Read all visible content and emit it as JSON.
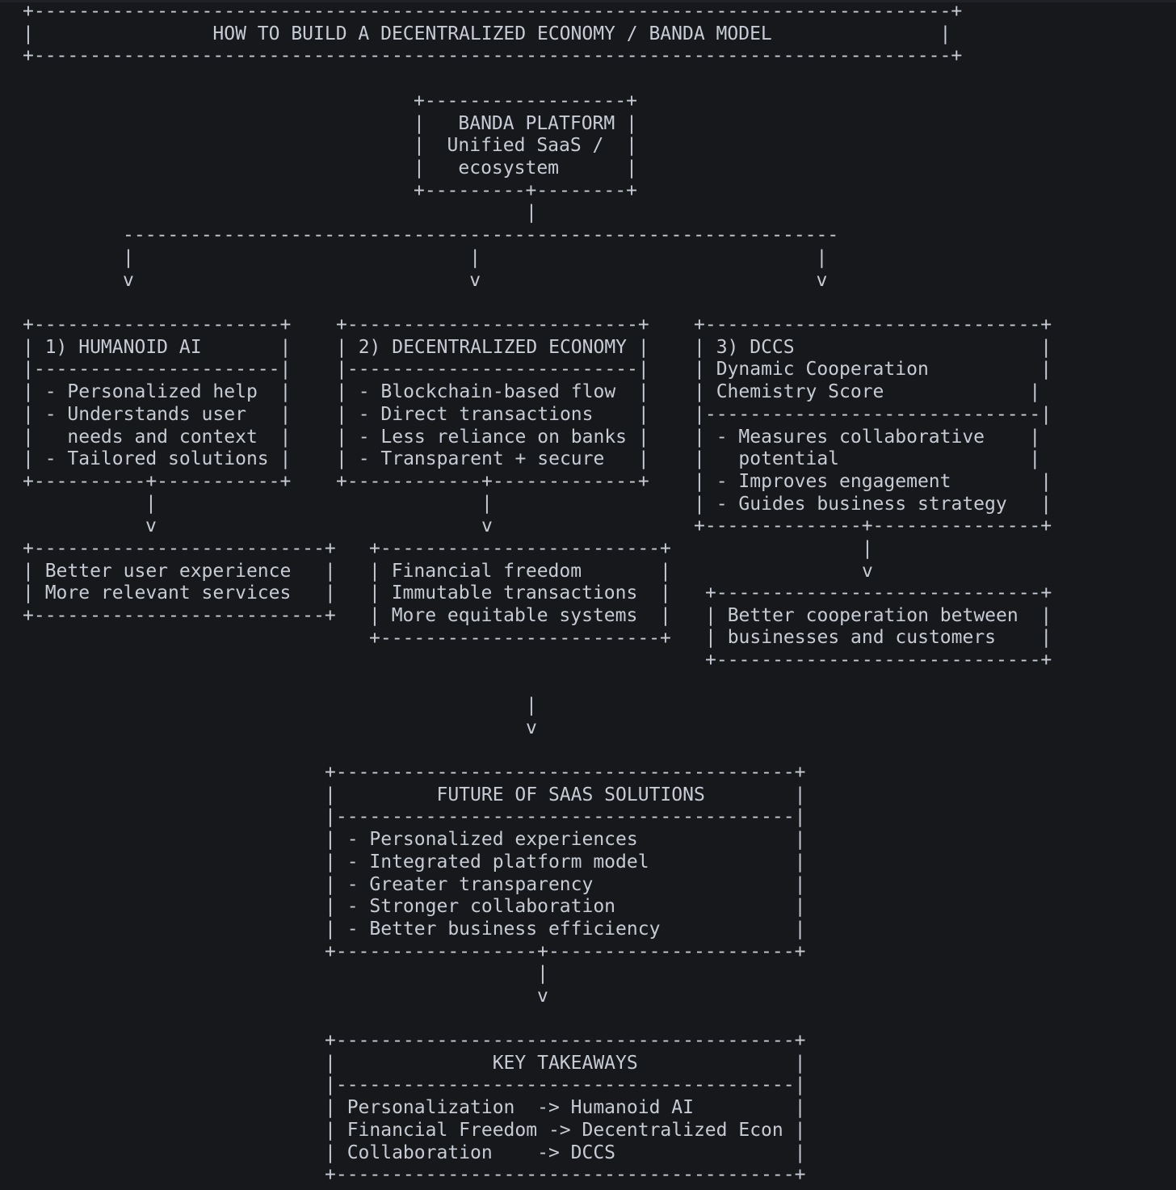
{
  "page": {
    "background_color": "#17181b",
    "text_color": "#c7cbd4"
  },
  "diagram": {
    "header": {
      "title": "HOW TO BUILD A DECENTRALIZED ECONOMY / BANDA MODEL",
      "lines": [
        "+----------------------------------------------------------------------------------+",
        "|                HOW TO BUILD A DECENTRALIZED ECONOMY / BANDA MODEL               |",
        "+----------------------------------------------------------------------------------+"
      ]
    },
    "banda_platform": {
      "title": "BANDA PLATFORM",
      "subtitle": "Unified SaaS / ecosystem",
      "lines": [
        "+------------------+",
        "|   BANDA PLATFORM |",
        "|  Unified SaaS /  |",
        "|   ecosystem      |",
        "+---------+--------+"
      ]
    },
    "connectors": {
      "banda_stem": [
        "|"
      ],
      "distributor_line": [
        "----------------------------------------------------------------"
      ],
      "branch_stems": [
        "|                              |                              |",
        "v                              v                              v"
      ],
      "humanoid_stem": [
        "|",
        "v"
      ],
      "economy_stem": [
        "|",
        "v"
      ],
      "dccs_stem": [
        "|",
        "v"
      ],
      "central_stem": [
        "|",
        "v"
      ],
      "future_stem": [
        "|",
        "v"
      ]
    },
    "humanoid_ai": {
      "title": "1) HUMANOID AI",
      "bullets": [
        "Personalized help",
        "Understands user needs and context",
        "Tailored solutions"
      ],
      "lines": [
        "+----------------------+",
        "| 1) HUMANOID AI       |",
        "|----------------------|",
        "| - Personalized help  |",
        "| - Understands user   |",
        "|   needs and context  |",
        "| - Tailored solutions |",
        "+----------+-----------+"
      ]
    },
    "decentralized_economy": {
      "title": "2) DECENTRALIZED ECONOMY",
      "bullets": [
        "Blockchain-based flow",
        "Direct transactions",
        "Less reliance on banks",
        "Transparent + secure"
      ],
      "lines": [
        "+--------------------------+",
        "| 2) DECENTRALIZED ECONOMY |",
        "|--------------------------|",
        "| - Blockchain-based flow  |",
        "| - Direct transactions    |",
        "| - Less reliance on banks |",
        "| - Transparent + secure   |",
        "+------------+-------------+"
      ]
    },
    "dccs": {
      "title": "3) DCCS",
      "subtitle": "Dynamic Cooperation Chemistry Score",
      "bullets": [
        "Measures collaborative potential",
        "Improves engagement",
        "Guides business strategy"
      ],
      "lines": [
        "+------------------------------+",
        "| 3) DCCS                      |",
        "| Dynamic Cooperation          |",
        "| Chemistry Score             |",
        "|------------------------------|",
        "| - Measures collaborative    |",
        "|   potential                 |",
        "| - Improves engagement        |",
        "| - Guides business strategy   |",
        "+--------------+---------------+"
      ]
    },
    "humanoid_outcome": {
      "items": [
        "Better user experience",
        "More relevant services"
      ],
      "lines": [
        "+--------------------------+",
        "| Better user experience   |",
        "| More relevant services   |",
        "+--------------------------+"
      ]
    },
    "economy_outcome": {
      "items": [
        "Financial freedom",
        "Immutable transactions",
        "More equitable systems"
      ],
      "lines": [
        "+-------------------------+",
        "| Financial freedom       |",
        "| Immutable transactions  |",
        "| More equitable systems  |",
        "+-------------------------+"
      ]
    },
    "dccs_outcome": {
      "items": [
        "Better cooperation between businesses and customers"
      ],
      "lines": [
        "+-----------------------------+",
        "| Better cooperation between  |",
        "| businesses and customers    |",
        "+-----------------------------+"
      ]
    },
    "future_of_saas": {
      "title": "FUTURE OF SAAS SOLUTIONS",
      "bullets": [
        "Personalized experiences",
        "Integrated platform model",
        "Greater transparency",
        "Stronger collaboration",
        "Better business efficiency"
      ],
      "lines": [
        "+-----------------------------------------+",
        "|         FUTURE OF SAAS SOLUTIONS        |",
        "|-----------------------------------------|",
        "| - Personalized experiences              |",
        "| - Integrated platform model             |",
        "| - Greater transparency                  |",
        "| - Stronger collaboration                |",
        "| - Better business efficiency            |",
        "+------------------+----------------------+"
      ]
    },
    "key_takeaways": {
      "title": "KEY TAKEAWAYS",
      "mappings": [
        {
          "from": "Personalization",
          "to": "Humanoid AI"
        },
        {
          "from": "Financial Freedom",
          "to": "Decentralized Econ"
        },
        {
          "from": "Collaboration",
          "to": "DCCS"
        }
      ],
      "lines": [
        "+-----------------------------------------+",
        "|              KEY TAKEAWAYS              |",
        "|-----------------------------------------|",
        "| Personalization  -> Humanoid AI         |",
        "| Financial Freedom -> Decentralized Econ |",
        "| Collaboration    -> DCCS                |",
        "+-----------------------------------------+"
      ]
    }
  }
}
